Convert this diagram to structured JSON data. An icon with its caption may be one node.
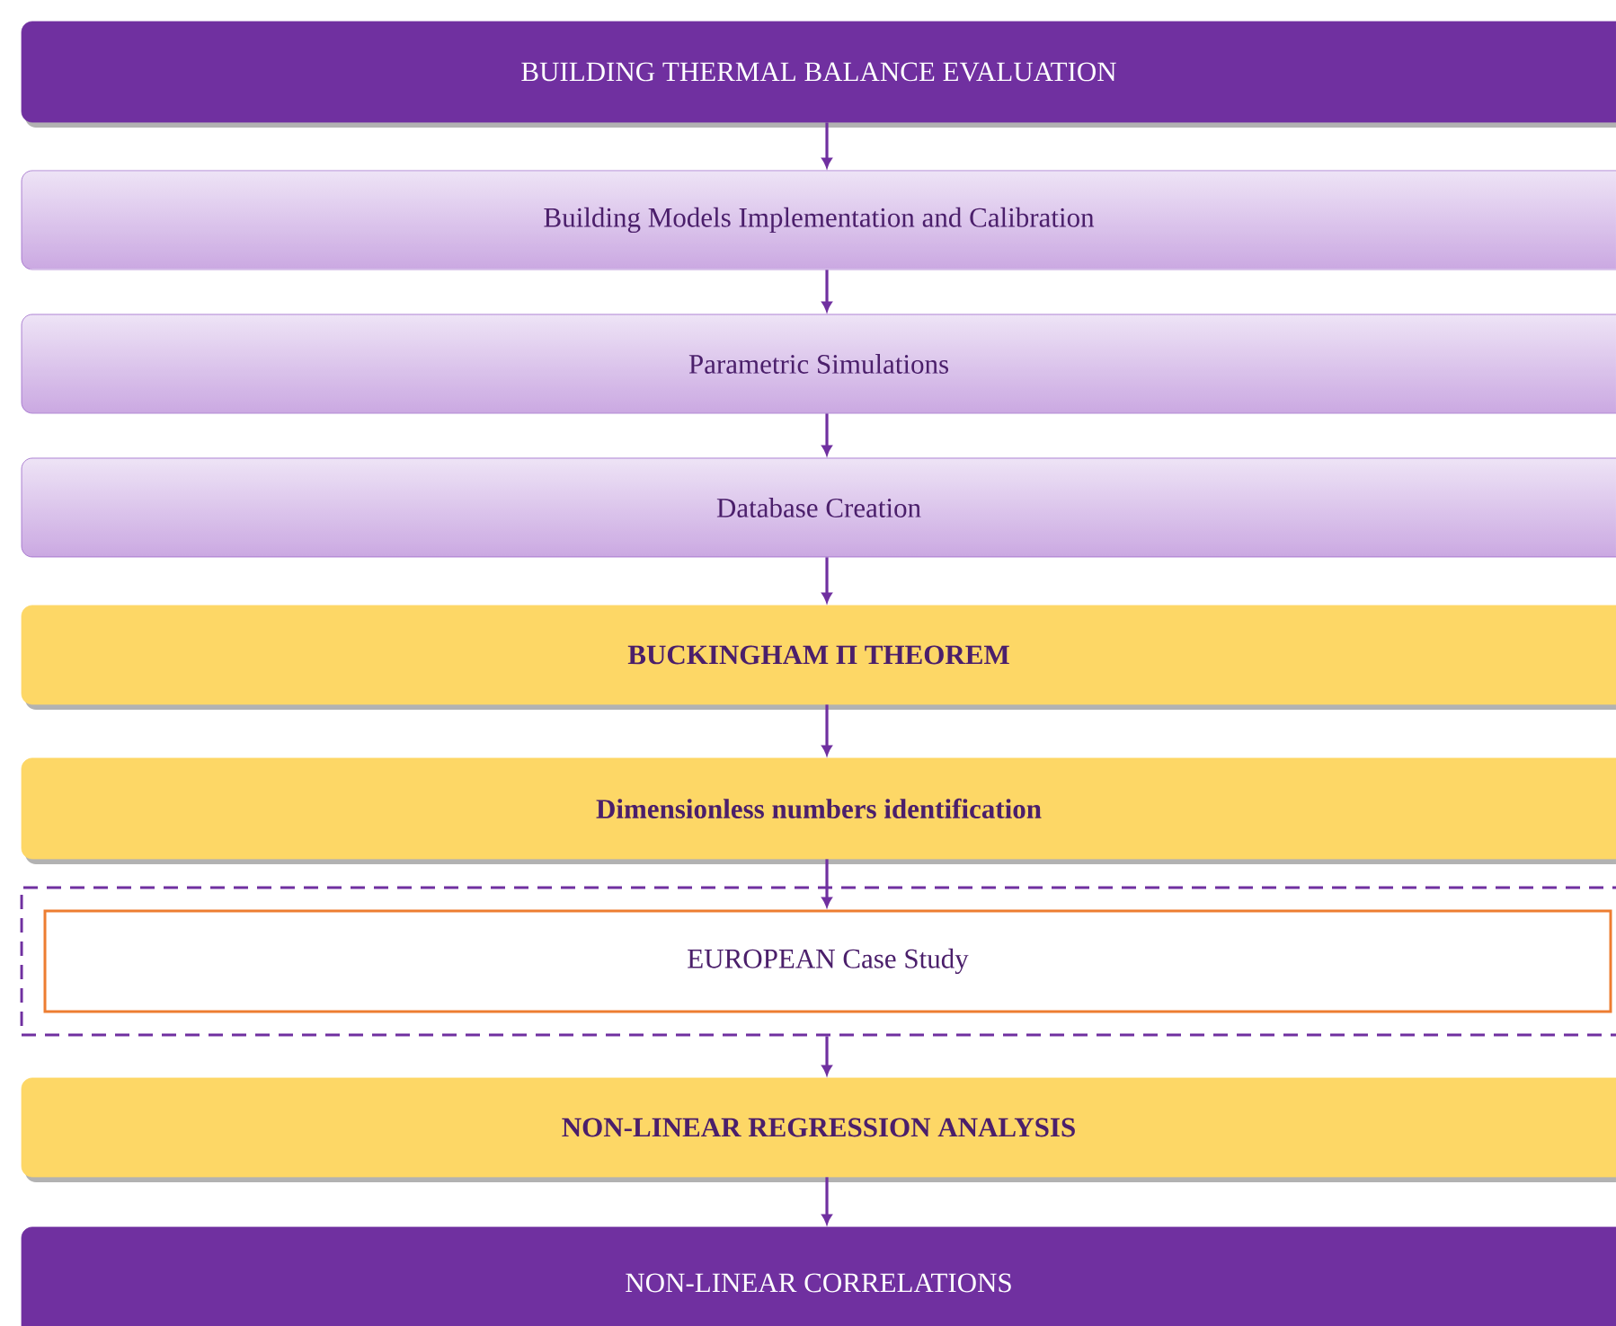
{
  "diagram": {
    "nodes": [
      {
        "text": [
          "BUILDING THERMAL BALANCE EVALUATION"
        ]
      },
      {
        "text": [
          "Building Models Implementation and Calibration"
        ]
      },
      {
        "text": [
          "Parametric Simulations"
        ]
      },
      {
        "text": [
          "Database Creation"
        ]
      },
      {
        "text": [
          "BUCKINGHAM Π THEOREM"
        ]
      },
      {
        "text": [
          "Dimensionless numbers identification"
        ]
      },
      {
        "text": [],
        "shape": "box"
      },
      {
        "text": [
          "EUROPEAN Case Study"
        ],
        "in": 6
      },
      {
        "text": [
          "NON-LINEAR REGRESSION ANALYSIS"
        ]
      },
      {
        "text": [
          "NON-LINEAR CORRELATIONS"
        ]
      }
    ],
    "edges": [
      {
        "from": 0,
        "to": 1,
        "arrow": "to"
      },
      {
        "from": 1,
        "to": 2,
        "arrow": "to"
      },
      {
        "from": 2,
        "to": 3,
        "arrow": "to"
      },
      {
        "from": 3,
        "to": 4,
        "arrow": "to"
      },
      {
        "from": 4,
        "to": 5,
        "arrow": "to"
      },
      {
        "from": 5,
        "to": 7,
        "arrow": "to"
      },
      {
        "from": 6,
        "to": 8,
        "arrow": "to"
      },
      {
        "from": 8,
        "to": 9,
        "arrow": "to"
      }
    ]
  }
}
